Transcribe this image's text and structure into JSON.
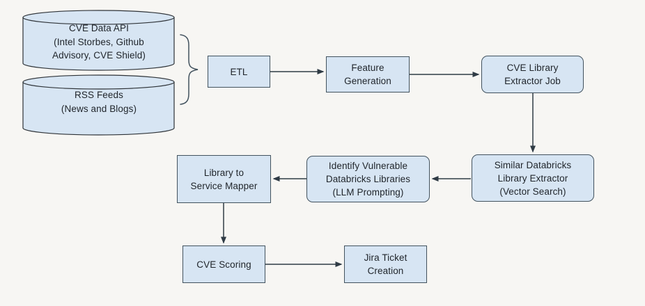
{
  "colors": {
    "background": "#f7f6f3",
    "node_fill": "#d7e5f3",
    "node_border": "#42525e",
    "cylinder_border": "#2e3338",
    "arrow_color": "#2f3b45",
    "text_color": "#1f242a"
  },
  "nodes": {
    "cve_data_api": {
      "label": "CVE Data API\n(Intel Storbes, Github\nAdvisory, CVE Shield)",
      "shape": "cylinder"
    },
    "rss_feeds": {
      "label": "RSS Feeds\n(News and Blogs)",
      "shape": "cylinder"
    },
    "etl": {
      "label": "ETL",
      "shape": "rectangle"
    },
    "feature_generation": {
      "label": "Feature\nGeneration",
      "shape": "rectangle"
    },
    "cve_library_extractor_job": {
      "label": "CVE Library\nExtractor Job",
      "shape": "rounded-rectangle"
    },
    "similar_databricks_library_extractor": {
      "label": "Similar Databricks\nLibrary Extractor\n(Vector Search)",
      "shape": "rounded-rectangle"
    },
    "identify_vulnerable_databricks_libraries": {
      "label": "Identify Vulnerable\nDatabricks Libraries\n(LLM Prompting)",
      "shape": "rounded-rectangle"
    },
    "library_to_service_mapper": {
      "label": "Library to\nService Mapper",
      "shape": "rectangle"
    },
    "cve_scoring": {
      "label": "CVE Scoring",
      "shape": "rectangle"
    },
    "jira_ticket_creation": {
      "label": "Jira Ticket\nCreation",
      "shape": "rectangle"
    }
  },
  "edges": [
    {
      "from": "cve_data_api, rss_feeds",
      "to": "etl",
      "connector": "curly-brace"
    },
    {
      "from": "etl",
      "to": "feature_generation",
      "direction": "right"
    },
    {
      "from": "feature_generation",
      "to": "cve_library_extractor_job",
      "direction": "right"
    },
    {
      "from": "cve_library_extractor_job",
      "to": "similar_databricks_library_extractor",
      "direction": "down"
    },
    {
      "from": "similar_databricks_library_extractor",
      "to": "identify_vulnerable_databricks_libraries",
      "direction": "left"
    },
    {
      "from": "identify_vulnerable_databricks_libraries",
      "to": "library_to_service_mapper",
      "direction": "left"
    },
    {
      "from": "library_to_service_mapper",
      "to": "cve_scoring",
      "direction": "down"
    },
    {
      "from": "cve_scoring",
      "to": "jira_ticket_creation",
      "direction": "right"
    }
  ]
}
